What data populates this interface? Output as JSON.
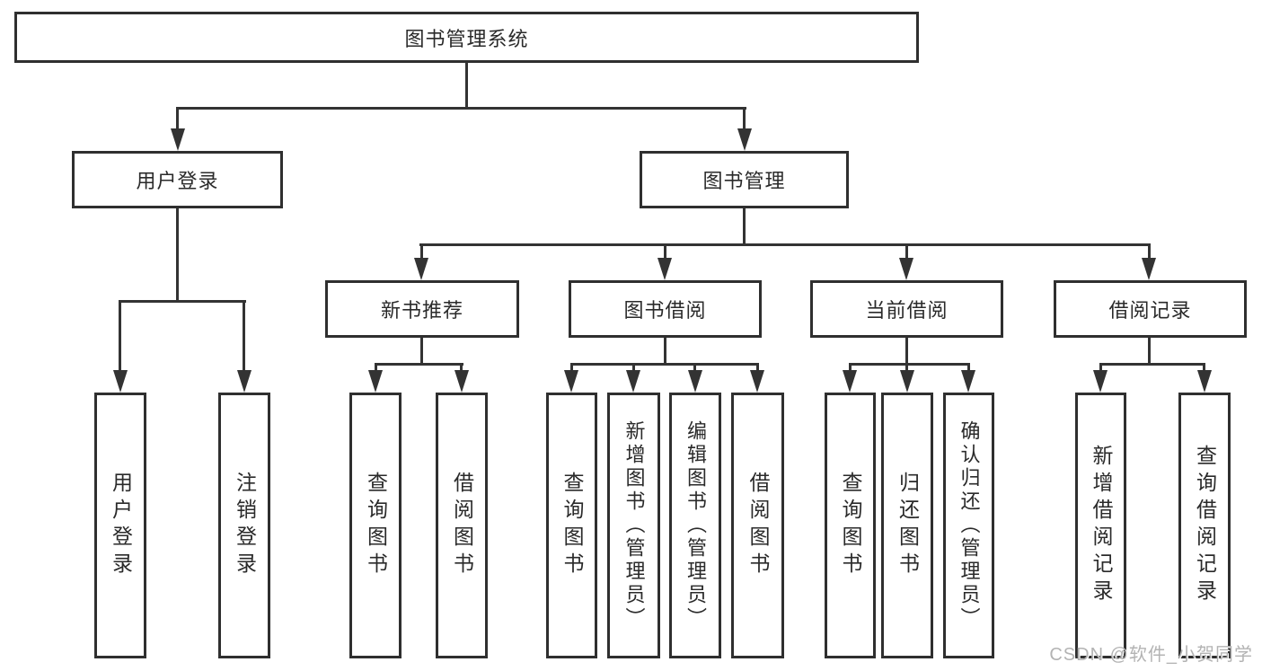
{
  "watermark": "CSDN @软件_小贺同学",
  "colors": {
    "line": "#333333",
    "box_border": "#2f2f2f",
    "box_background": "#ffffff",
    "text": "#2a2a2a",
    "watermark": "#b3b3b3"
  },
  "tree": {
    "label": "图书管理系统",
    "children": [
      {
        "label": "用户登录",
        "children": [
          {
            "label": "用户登录"
          },
          {
            "label": "注销登录"
          }
        ]
      },
      {
        "label": "图书管理",
        "children": [
          {
            "label": "新书推荐",
            "children": [
              {
                "label": "查询图书"
              },
              {
                "label": "借阅图书"
              }
            ]
          },
          {
            "label": "图书借阅",
            "children": [
              {
                "label": "查询图书"
              },
              {
                "label": "新增图书（管理员）"
              },
              {
                "label": "编辑图书（管理员）"
              },
              {
                "label": "借阅图书"
              }
            ]
          },
          {
            "label": "当前借阅",
            "children": [
              {
                "label": "查询图书"
              },
              {
                "label": "归还图书"
              },
              {
                "label": "确认归还（管理员）"
              }
            ]
          },
          {
            "label": "借阅记录",
            "children": [
              {
                "label": "新增借阅记录"
              },
              {
                "label": "查询借阅记录"
              }
            ]
          }
        ]
      }
    ]
  }
}
